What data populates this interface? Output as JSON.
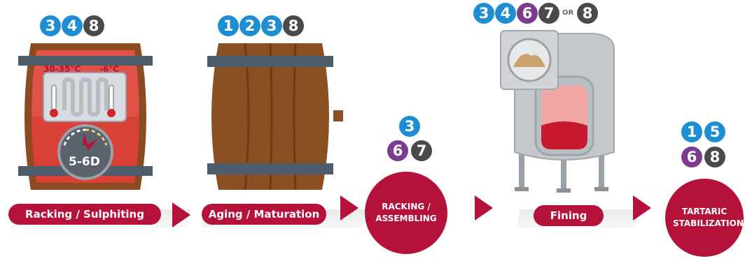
{
  "steps": [
    {
      "label": "Racking / Sulphiting",
      "badges": [
        "3",
        "4",
        "8"
      ]
    },
    {
      "label": "Aging / Maturation",
      "badges": [
        "1",
        "2",
        "3",
        "8"
      ]
    },
    {
      "label": "RACKING / ASSEMBLING",
      "badges": [
        "3",
        "6",
        "7"
      ]
    },
    {
      "label": "Fining",
      "badges": [
        "3",
        "4",
        "6",
        "7",
        "8"
      ],
      "or_text": "OR"
    },
    {
      "label": "TARTARIC STABILIZATION",
      "badges": [
        "1",
        "5",
        "6",
        "8"
      ]
    }
  ],
  "barrel1": {
    "temp_hot": "30-35°C",
    "temp_cold": "-6°C",
    "gauge": "5-6D"
  },
  "colors": {
    "accent": "#b5123a",
    "badge_blue": "#1e8dd1",
    "badge_purple": "#7d3b8f",
    "badge_gray": "#4a4a4a"
  },
  "icons": [
    "barrel-icon",
    "thermometer-icon",
    "heating-coil-icon",
    "gauge-icon",
    "tank-icon",
    "arrow-right-icon"
  ]
}
